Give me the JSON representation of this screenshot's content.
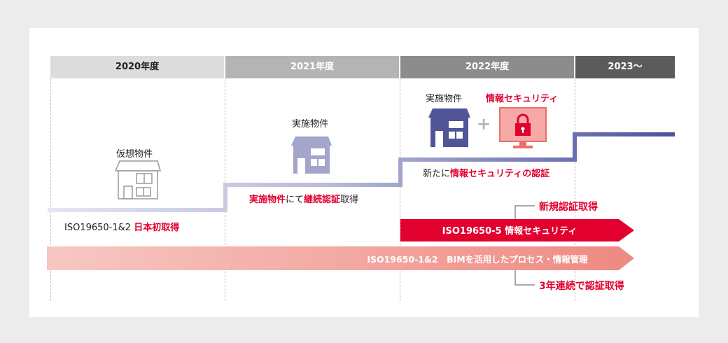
{
  "years": [
    "2020年度",
    "2021年度",
    "2022年度",
    "2023〜"
  ],
  "col2020": {
    "label": "仮想物件",
    "cert_prefix": "ISO19650-1&2 ",
    "cert_highlight": "日本初取得"
  },
  "col2021": {
    "label": "実施物件",
    "note_red1": "実施物件",
    "note_mid": "にて",
    "note_red2": "継続認証",
    "note_end": "取得"
  },
  "col2022": {
    "label_building": "実施物件",
    "label_security": "情報セキュリティ",
    "plus": "+",
    "note_prefix": "新たに",
    "note_highlight": "情報セキュリティの認証"
  },
  "callouts": {
    "new_cert": "新規認証取得",
    "three_year": "3年連続で認証取得"
  },
  "arrows": {
    "security": "ISO19650-5  情報セキュリティ",
    "bim": "ISO19650-1&2　BIMを活用したプロセス・情報管理"
  },
  "colors": {
    "accent_red": "#e2002f",
    "step_line": "#5a63a8",
    "building": "#5a5f9e",
    "security_fill": "#f4a6a6"
  }
}
